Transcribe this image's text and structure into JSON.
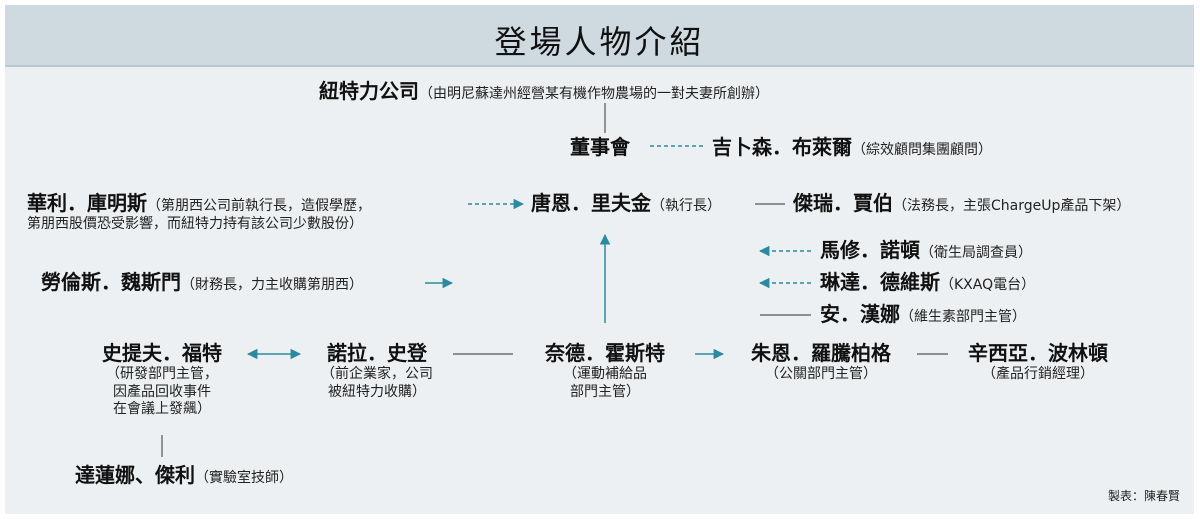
{
  "title": "登場人物介紹",
  "company": {
    "name": "紐特力公司",
    "desc": "（由明尼蘇達州經營某有機作物農場的一對夫妻所創辦）"
  },
  "board": {
    "name": "董事會"
  },
  "consultant": {
    "name": "吉卜森．布萊爾",
    "desc": "（綜效顧問集團顧問）"
  },
  "ceo": {
    "name": "唐恩．里夫金",
    "desc": "（執行長）"
  },
  "legal": {
    "name": "傑瑞．賈伯",
    "desc": "（法務長，主張ChargeUp產品下架）"
  },
  "former_ceo": {
    "name": "華利．庫明斯",
    "desc1": "（第朋西公司前執行長，造假學歷，",
    "desc2": "第朋西股價恐受影響，而紐特力持有該公司少數股份）"
  },
  "cfo": {
    "name": "勞倫斯．魏斯門",
    "desc": "（財務長，力主收購第朋西）"
  },
  "inspector": {
    "name": "馬修．諾頓",
    "desc": "（衛生局調查員）"
  },
  "reporter": {
    "name": "琳達．德維斯",
    "desc": "（KXAQ電台）"
  },
  "vitamin_head": {
    "name": "安．漢娜",
    "desc": "（維生素部門主管）"
  },
  "steve": {
    "name": "史提夫．福特",
    "desc1": "（研發部門主管，",
    "desc2": "因產品回收事件",
    "desc3": "在會議上發飆）"
  },
  "nora": {
    "name": "諾拉．史登",
    "desc1": "（前企業家，公司",
    "desc2": "被紐特力收購）"
  },
  "ned": {
    "name": "奈德．霍斯特",
    "desc1": "（運動補給品",
    "desc2": "部門主管）"
  },
  "june": {
    "name": "朱恩．羅騰柏格",
    "desc": "（公關部門主管）"
  },
  "cinthia": {
    "name": "辛西亞．波林頓",
    "desc": "（產品行銷經理）"
  },
  "lab": {
    "name": "達蓮娜、傑利",
    "desc": "（實驗室技師）"
  },
  "credit": "製表：陳春賢",
  "colors": {
    "arrow": "#2a8aa0",
    "line": "#555555",
    "title_bg": "#cfdae0",
    "panel_bg": "#edf0f2"
  }
}
